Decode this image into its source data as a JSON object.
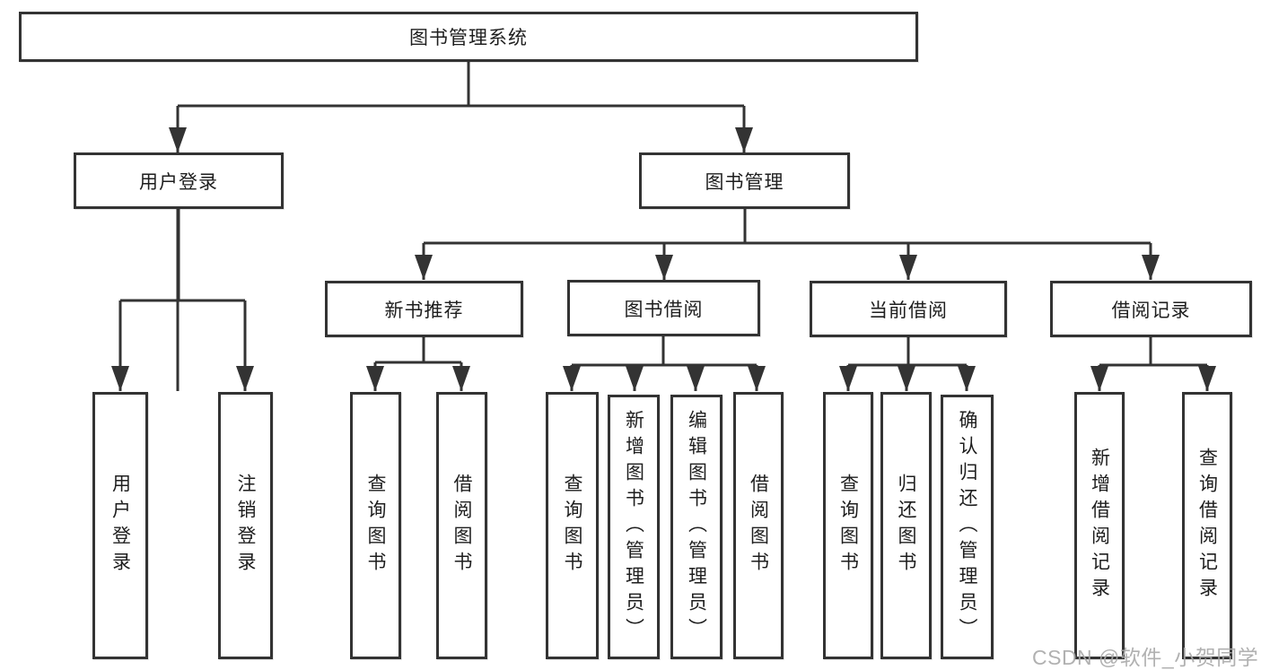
{
  "diagram": {
    "title": "图书管理系统",
    "colors": {
      "line": "#333333",
      "box_border": "#333333",
      "box_fill": "#ffffff",
      "text": "#1e1e1e",
      "watermark": "#a9a9a9"
    },
    "root": {
      "label": "图书管理系统"
    },
    "level2": [
      {
        "id": "user-login-module",
        "label": "用户登录"
      },
      {
        "id": "book-management",
        "label": "图书管理"
      }
    ],
    "level3": [
      {
        "id": "new-book-recommend",
        "label": "新书推荐"
      },
      {
        "id": "book-borrowing",
        "label": "图书借阅"
      },
      {
        "id": "current-borrowing",
        "label": "当前借阅"
      },
      {
        "id": "borrowing-records",
        "label": "借阅记录"
      }
    ],
    "leaves": [
      {
        "id": "user-login",
        "label": "用户登录"
      },
      {
        "id": "logout",
        "label": "注销登录"
      },
      {
        "id": "newbook-query-books",
        "label": "查询图书"
      },
      {
        "id": "newbook-borrow-books",
        "label": "借阅图书"
      },
      {
        "id": "borrow-query-books",
        "label": "查询图书"
      },
      {
        "id": "borrow-add-books-admin",
        "label": "新增图书（管理员）"
      },
      {
        "id": "borrow-edit-books-admin",
        "label": "编辑图书（管理员）"
      },
      {
        "id": "borrow-borrow-books",
        "label": "借阅图书"
      },
      {
        "id": "current-query-books",
        "label": "查询图书"
      },
      {
        "id": "current-return-books",
        "label": "归还图书"
      },
      {
        "id": "current-confirm-return-admin",
        "label": "确认归还（管理员）"
      },
      {
        "id": "records-add-record",
        "label": "新增借阅记录"
      },
      {
        "id": "records-query-record",
        "label": "查询借阅记录"
      }
    ],
    "watermark": "CSDN @软件_小贺同学"
  }
}
